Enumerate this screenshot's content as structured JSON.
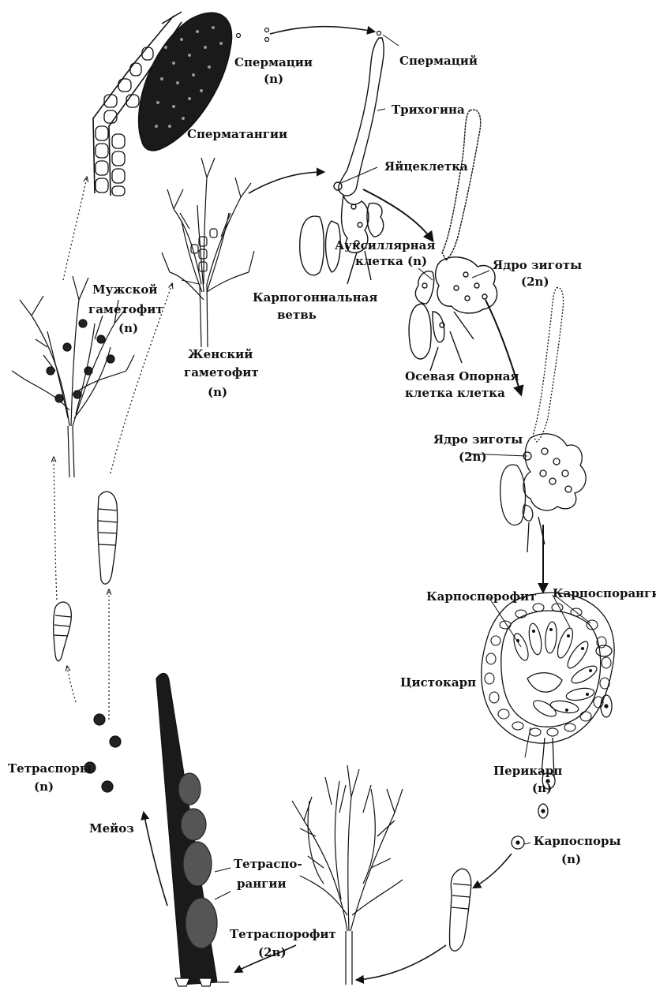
{
  "labels": {
    "spermatia": "Спермации",
    "spermatia_ploidy": "(n)",
    "spermatium": "Спермаций",
    "trichogyne": "Трихогина",
    "spermatangia": "Сперматангии",
    "egg_cell": "Яйцеклетка",
    "auxiliary_cell_1": "Ауксиллярная",
    "auxiliary_cell_2": "клетка (n)",
    "zygote_nucleus_1": "Ядро зиготы",
    "zygote_nucleus_1_ploidy": "(2n)",
    "male_gametophyte_1": "Мужской",
    "male_gametophyte_2": "гаметофит",
    "male_gametophyte_ploidy": "(n)",
    "carpogonial_branch_1": "Карпогониальная",
    "carpogonial_branch_2": "ветвь",
    "female_gametophyte_1": "Женский",
    "female_gametophyte_2": "гаметофит",
    "female_gametophyte_ploidy": "(n)",
    "axial_support_1": "Осевая Опорная",
    "axial_support_2": "клетка клетка",
    "zygote_nucleus_2": "Ядро зиготы",
    "zygote_nucleus_2_ploidy": "(2n)",
    "carposporophyte": "Карпоспорофит",
    "carposporangia": "Карпоспорангии",
    "cystocarp": "Цистокарп",
    "tetraspores": "Тетраспоры",
    "tetraspores_ploidy": "(n)",
    "pericarp": "Перикарп",
    "pericarp_ploidy": "(n)",
    "meiosis": "Мейоз",
    "carpospores": "Карпоспоры",
    "carpospores_ploidy": "(n)",
    "tetrasporangia_1": "Тетраспо-",
    "tetrasporangia_2": "рангии",
    "tetrasporophyte": "Тетраспорофит",
    "tetrasporophyte_ploidy": "(2n)"
  }
}
